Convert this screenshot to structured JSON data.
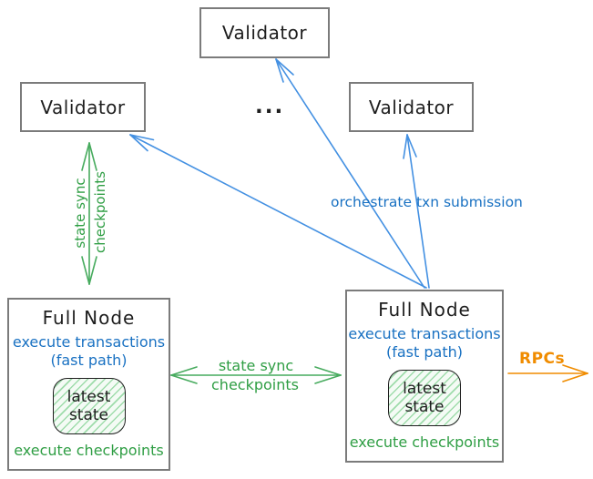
{
  "validators": [
    {
      "label": "Validator"
    },
    {
      "label": "Validator"
    },
    {
      "label": "Validator"
    }
  ],
  "ellipsis": "...",
  "full_nodes": [
    {
      "title": "Full Node",
      "exec_tx": "execute transactions",
      "fast_path": "(fast path)",
      "state_line1": "latest",
      "state_line2": "state",
      "exec_cp": "execute checkpoints"
    },
    {
      "title": "Full Node",
      "exec_tx": "execute transactions",
      "fast_path": "(fast path)",
      "state_line1": "latest",
      "state_line2": "state",
      "exec_cp": "execute checkpoints"
    }
  ],
  "edges": {
    "vertical_state_sync": {
      "line1": "state sync",
      "line2": "checkpoints"
    },
    "horizontal_state_sync": {
      "line1": "state sync",
      "line2": "checkpoints"
    },
    "txn_submission": {
      "label": "orchestrate txn submission"
    },
    "rpcs": {
      "label": "RPCs"
    }
  },
  "colors": {
    "blue": "#1971c2",
    "arrow_blue": "#4390e2",
    "green": "#2f9e44",
    "arrow_green": "#47ab5e",
    "orange": "#f08c00",
    "ink": "#1e1e1e",
    "border_gray": "#7b7b7b",
    "state_bg": "#f4fbf5",
    "hatch": "#9fdcab"
  }
}
